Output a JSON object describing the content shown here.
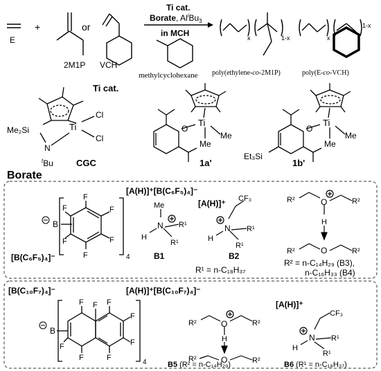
{
  "reaction": {
    "ethylene_label": "E",
    "plus": "+",
    "or": "or",
    "m2p_label": "2M1P",
    "vch_label": "VCH",
    "cond_line1": "Ti cat.",
    "cond_line2_a": "Borate",
    "cond_line2_b": ", Al",
    "cond_line2_sup": "i",
    "cond_line2_c": "Bu",
    "cond_line2_sub": "3",
    "cond_line3": "in MCH",
    "solvent_label": "methylcyclohexane",
    "product1_label_a": "poly(ethylene-",
    "product1_label_co": "co",
    "product1_label_b": "-2M1P)",
    "product2_label_a": "poly(E-",
    "product2_label_co": "co",
    "product2_label_b": "-VCH)",
    "sub_x": "x",
    "sub_1x": "1-x"
  },
  "catalysts": {
    "title": "Ti cat.",
    "cgc_label": "CGC",
    "cat_1a_label": "1a'",
    "cat_1b_label": "1b'",
    "me2si": "Me₂Si",
    "n": "N",
    "tbu_sup": "t",
    "tbu": "Bu",
    "ti": "Ti",
    "cl": "Cl",
    "o": "O",
    "me": "Me",
    "et3si": "Et₃Si"
  },
  "borate": {
    "section_title": "Borate",
    "box1_header": "[A(H)]⁺[B(C₆F₅)₄]⁻",
    "box1_anion": "[B(C₆F₅)₄]⁻",
    "f": "F",
    "b": "B",
    "sub4": "4",
    "ah_plus": "[A(H)]⁺",
    "b1_label": "B1",
    "b2_label": "B2",
    "me": "Me",
    "h": "H",
    "r1": "R¹",
    "n": "N",
    "o": "O",
    "cf3": "CF₃",
    "r2": "R²",
    "r2_def": "R² = n-C₁₄H₂₉ (B3),",
    "r2_def_b": "n-C₁₆H₃₃ (B4)",
    "r1_def": "R¹ = n-C₁₈H₃₇",
    "box2_anion": "[B(C₁₀F₇)₄]⁻",
    "box2_header": "[A(H)]⁺[B(C₁₀F₇)₄]⁻",
    "b5_label": "B5",
    "b5_def": "(R² = n-C₁₄H₂₉)",
    "b6_label": "B6",
    "b6_def": "(R¹ = n-C₁₈H₃₇)"
  }
}
